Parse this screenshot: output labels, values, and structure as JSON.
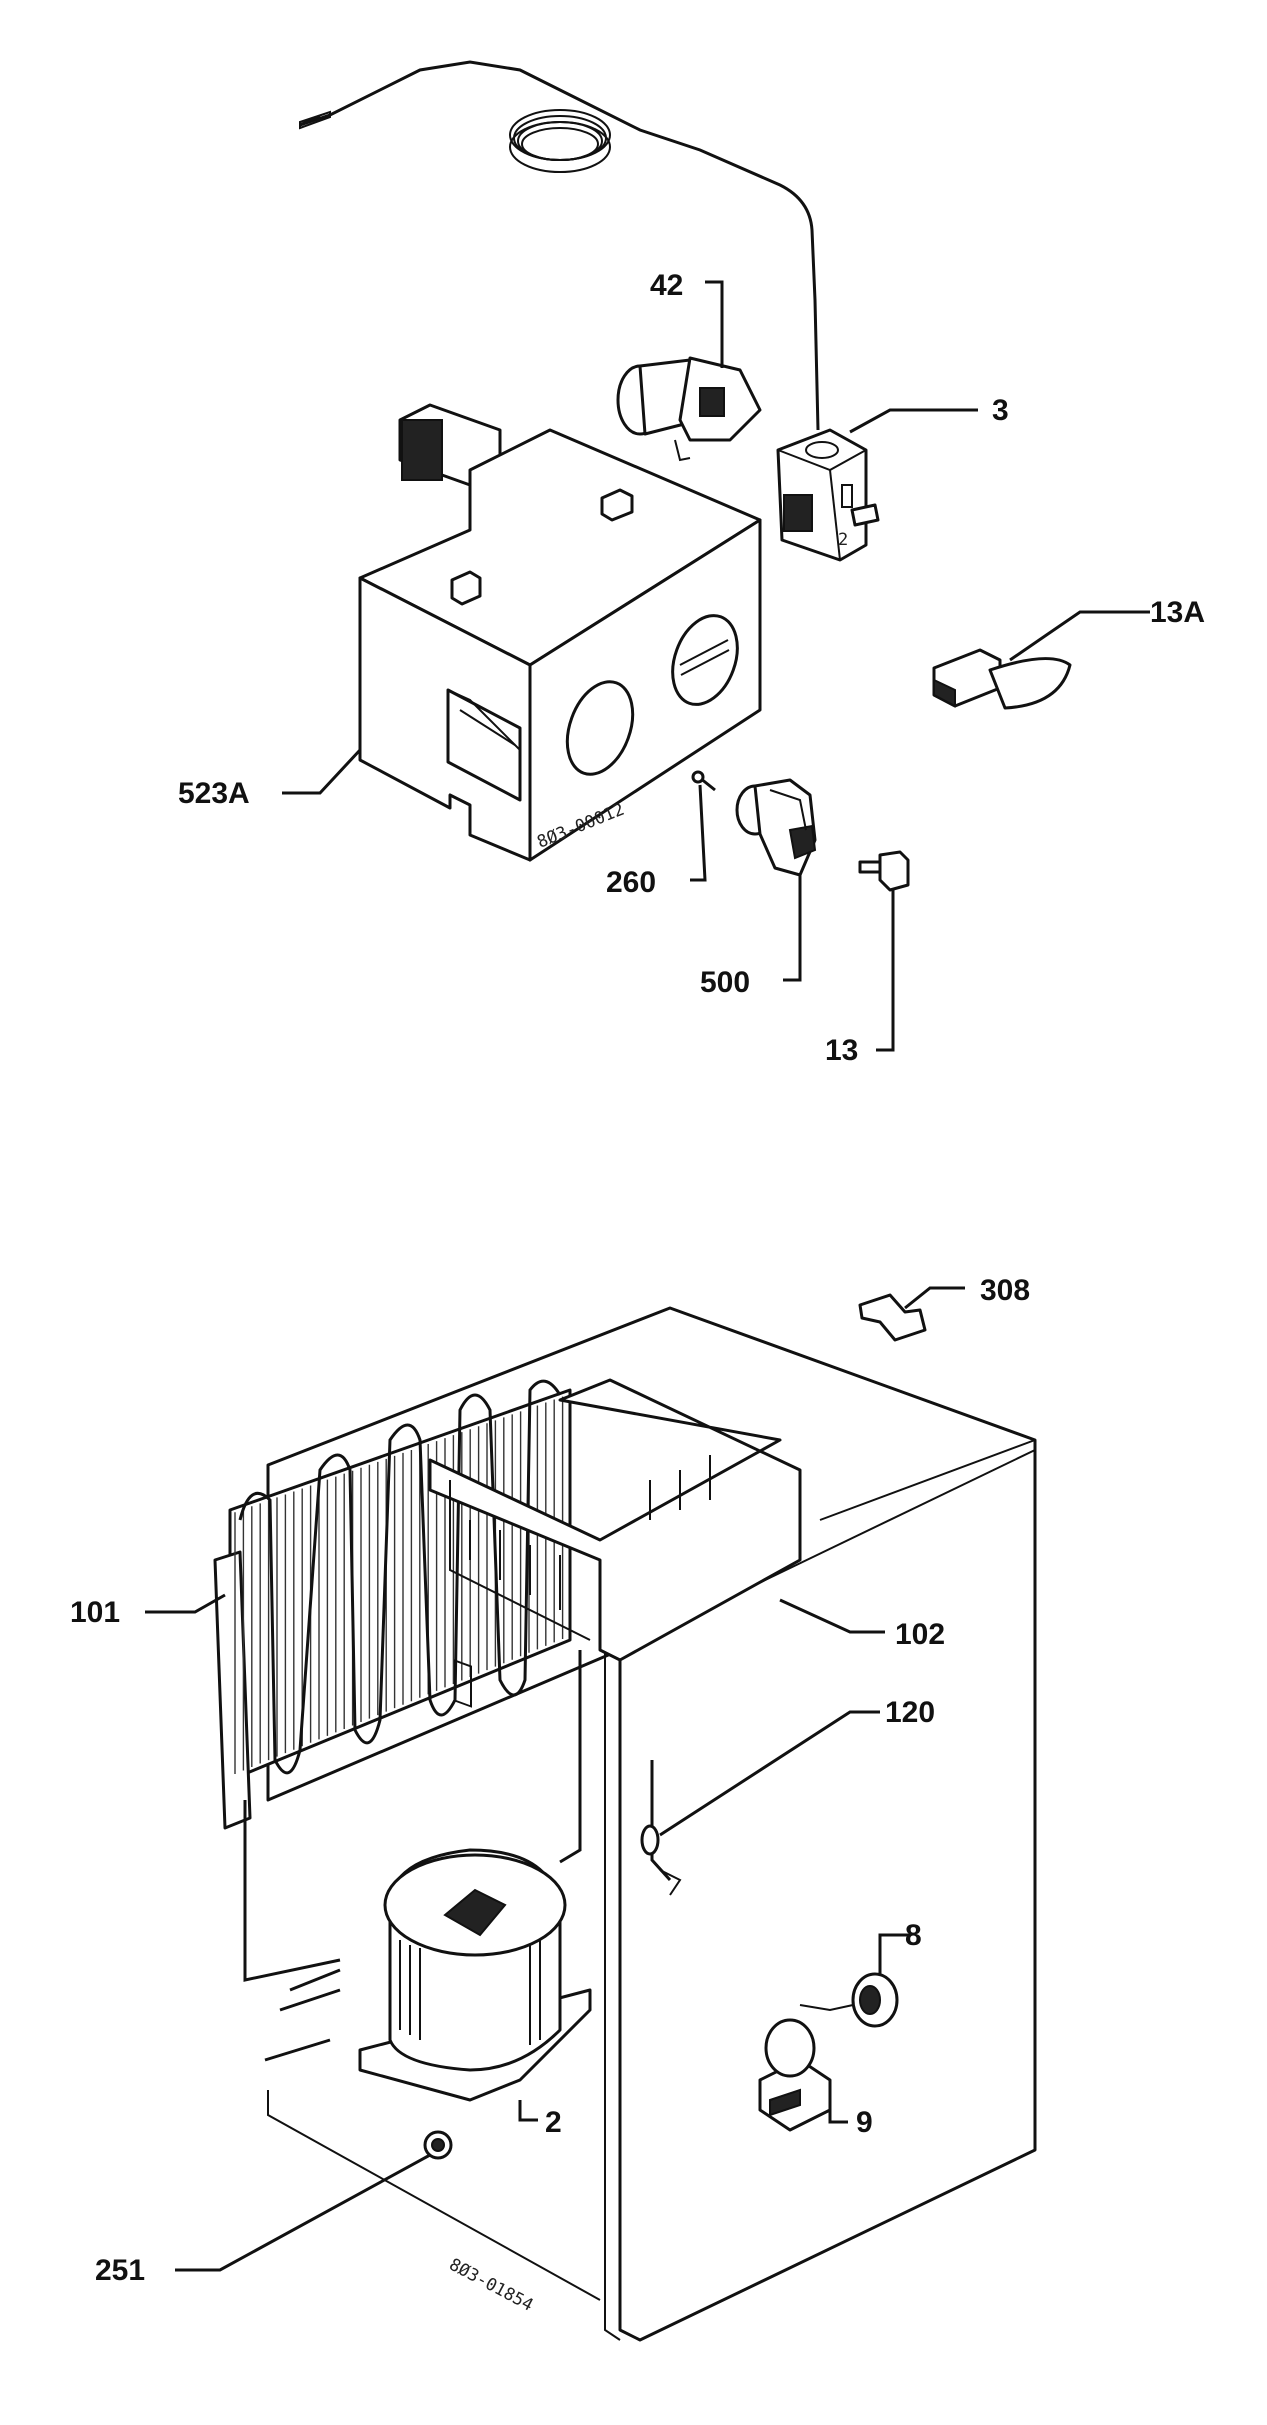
{
  "callouts": {
    "c42": "42",
    "c3": "3",
    "c13A": "13A",
    "c523A": "523A",
    "c260": "260",
    "c500": "500",
    "c13": "13",
    "c308": "308",
    "c101": "101",
    "c102": "102",
    "c120": "120",
    "c8": "8",
    "c9": "9",
    "c2": "2",
    "c251": "251"
  },
  "stamps": {
    "top": "8Ø3-00012",
    "bottom": "8Ø3-01854"
  }
}
